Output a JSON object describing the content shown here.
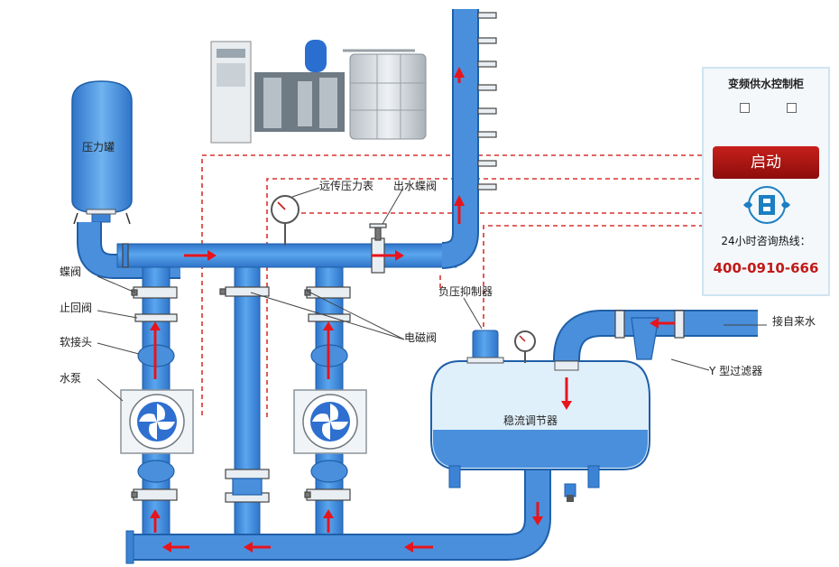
{
  "labels": {
    "pressure_tank": "压力罐",
    "butterfly_valve": "蝶阀",
    "check_valve": "止回阀",
    "soft_joint": "软接头",
    "pump": "水泵",
    "remote_gauge": "远传压力表",
    "outlet_valve": "出水蝶阀",
    "solenoid_valve": "电磁阀",
    "negative_pressure": "负压抑制器",
    "tap_water": "接自来水",
    "y_filter": "Y 型过滤器",
    "stabilizer": "稳流调节器"
  },
  "panel": {
    "title": "变频供水控制柜",
    "start_button": "启动",
    "hotline_label": "24小时咨询热线：",
    "hotline_number": "400-0910-666"
  },
  "colors": {
    "pipe": "#4a8fdc",
    "pipe_edge": "#1f5fa8",
    "flow_arrow": "#e8141b",
    "signal_line": "#d8322e",
    "water": "#a8d6f5"
  }
}
